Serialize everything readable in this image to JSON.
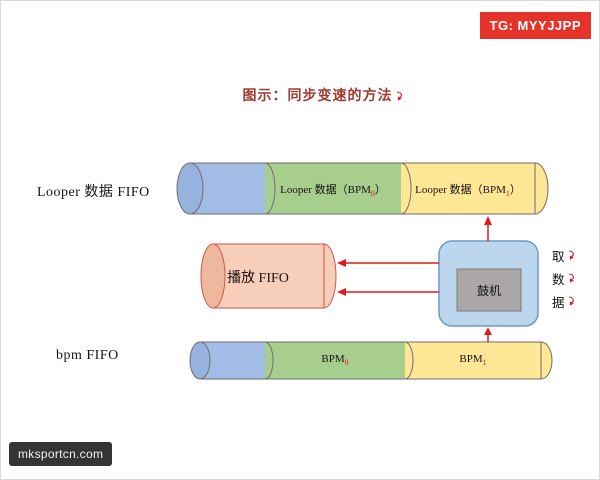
{
  "badges": {
    "tg": "TG: MYYJJPP",
    "watermark": "mksportcn.com"
  },
  "title": "图示：同步变速的方法",
  "labels": {
    "looper_fifo": "Looper 数据 FIFO",
    "bpm_fifo": "bpm FIFO",
    "play_fifo": "播放 FIFO",
    "drum_machine": "鼓机",
    "fetch_data": [
      "取",
      "数",
      "据"
    ]
  },
  "segments": {
    "looper_bpm0": {
      "prefix": "Looper 数据（BPM",
      "sub": "0",
      "suffix": "）"
    },
    "looper_bpm1": {
      "prefix": "Looper 数据（BPM",
      "sub": "1",
      "suffix": "）"
    },
    "bpm0": {
      "prefix": "BPM",
      "sub": "0"
    },
    "bpm1": {
      "prefix": "BPM",
      "sub": "1"
    }
  },
  "colors": {
    "accent_red": "#E01B1B",
    "cylinder_blue": "#A2BCE6",
    "cylinder_green": "#A8CE8E",
    "cylinder_yellow": "#FFE795",
    "play_fifo_fill": "#F6CEBA",
    "play_fifo_stroke": "#D0564A",
    "drum_outer_fill": "#BCD6EE",
    "drum_outer_stroke": "#6C99C8",
    "drum_inner_fill": "#ABA7A7",
    "title_color": "#A03A30",
    "tg_badge_bg": "#E5332A",
    "watermark_bg": "#343434"
  }
}
